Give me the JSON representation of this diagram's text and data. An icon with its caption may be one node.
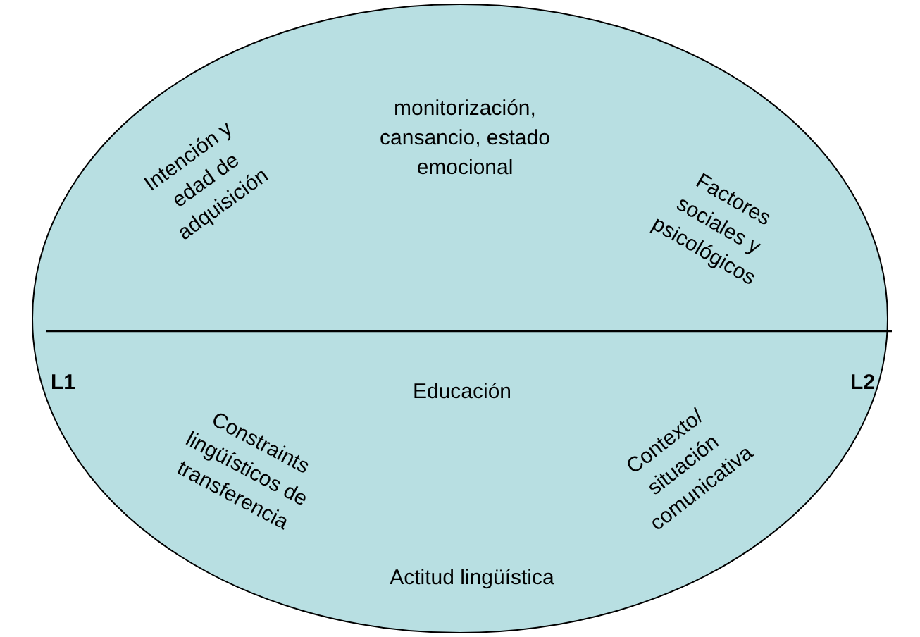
{
  "diagram": {
    "nodes": [
      {
        "text": [],
        "shape": "ellipse"
      },
      {
        "text": [
          "L1"
        ],
        "in": 0
      },
      {
        "text": [
          "L2"
        ],
        "in": 0
      }
    ],
    "edges": [
      {
        "from": 1,
        "to": 2,
        "arrow": "none"
      }
    ],
    "labels": [
      "monitorización, cansancio, estado emocional",
      "Intención y edad de adquisición",
      "Factores sociales y psicológicos",
      "Educación",
      "Constraints lingüísticos de transferencia",
      "Contexto/ situación comunicativa",
      "Actitud lingüística"
    ]
  }
}
